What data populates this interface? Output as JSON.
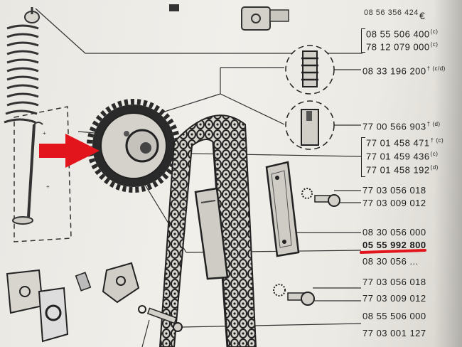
{
  "part_numbers": [
    {
      "number": "08 55 506 400",
      "suffix": "(c)"
    },
    {
      "number": "78 12 079 000",
      "suffix": "(c)"
    },
    {
      "number": "08 33 196 200",
      "suffix": "† (c/d)"
    },
    {
      "number": "77 00 566 903",
      "suffix": "† (d)"
    },
    {
      "number": "77 01 458 471",
      "suffix": "† (c)"
    },
    {
      "number": "77 01 459 436",
      "suffix": "(c)"
    },
    {
      "number": "77 01 458 192",
      "suffix": "(d)"
    },
    {
      "number": "77 03 056 018",
      "suffix": ""
    },
    {
      "number": "77 03 009 012",
      "suffix": ""
    },
    {
      "number": "08 30 056 000",
      "suffix": ""
    },
    {
      "number": "05 55 992 800",
      "suffix": ""
    },
    {
      "number": "08 30 056 ...",
      "suffix": ""
    },
    {
      "number": "77 03 056 018",
      "suffix": ""
    },
    {
      "number": "77 03 009 012",
      "suffix": ""
    },
    {
      "number": "08 55 506 000",
      "suffix": ""
    },
    {
      "number": "77 03 001 127",
      "suffix": ""
    }
  ],
  "top_partial_number": "08 56 356 424",
  "highlight_color": "#e2141c",
  "arrow_color": "#e2141c"
}
